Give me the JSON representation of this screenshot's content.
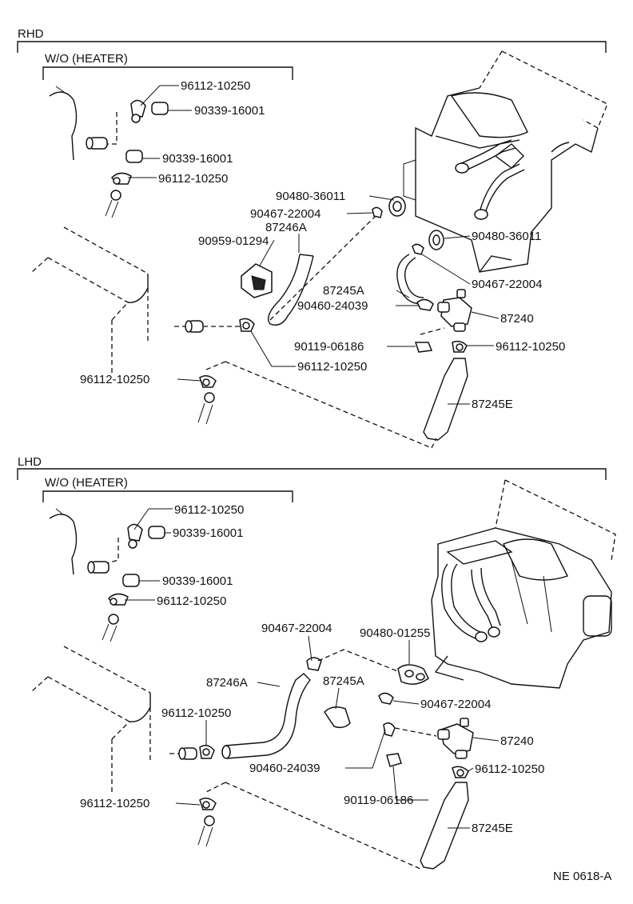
{
  "sections": {
    "rhd": {
      "title": "RHD",
      "subtitle": "W/O  (HEATER)"
    },
    "lhd": {
      "title": "LHD",
      "subtitle": "W/O  (HEATER)"
    }
  },
  "rhd_labels": {
    "clamp_top": "96112-10250",
    "plug_top": "90339-16001",
    "plug_mid": "90339-16001",
    "clamp_mid": "96112-10250",
    "grommet_upper": "90480-36011",
    "clip_upper": "90467-22004",
    "hose_246a": "87246A",
    "bracket": "90959-01294",
    "grommet_lower": "90480-36011",
    "clip_lower": "90467-22004",
    "hose_245a": "87245A",
    "clamp_band": "90460-24039",
    "valve": "87240",
    "bolt": "90119-06186",
    "clamp_valve": "96112-10250",
    "clamp_hose": "96112-10250",
    "clamp_bottom": "96112-10250",
    "hose_245e": "87245E"
  },
  "lhd_labels": {
    "clamp_top": "96112-10250",
    "plug_top": "90339-16001",
    "plug_mid": "90339-16001",
    "clamp_mid": "96112-10250",
    "clip_upper": "90467-22004",
    "grommet": "90480-01255",
    "hose_246a": "87246A",
    "hose_245a": "87245A",
    "clamp_hose": "96112-10250",
    "clip_lower": "90467-22004",
    "valve": "87240",
    "clamp_band": "90460-24039",
    "clamp_valve": "96112-10250",
    "bolt": "90119-06186",
    "clamp_bottom": "96112-10250",
    "hose_245e": "87245E"
  },
  "figure_code": "NE 0618-A"
}
